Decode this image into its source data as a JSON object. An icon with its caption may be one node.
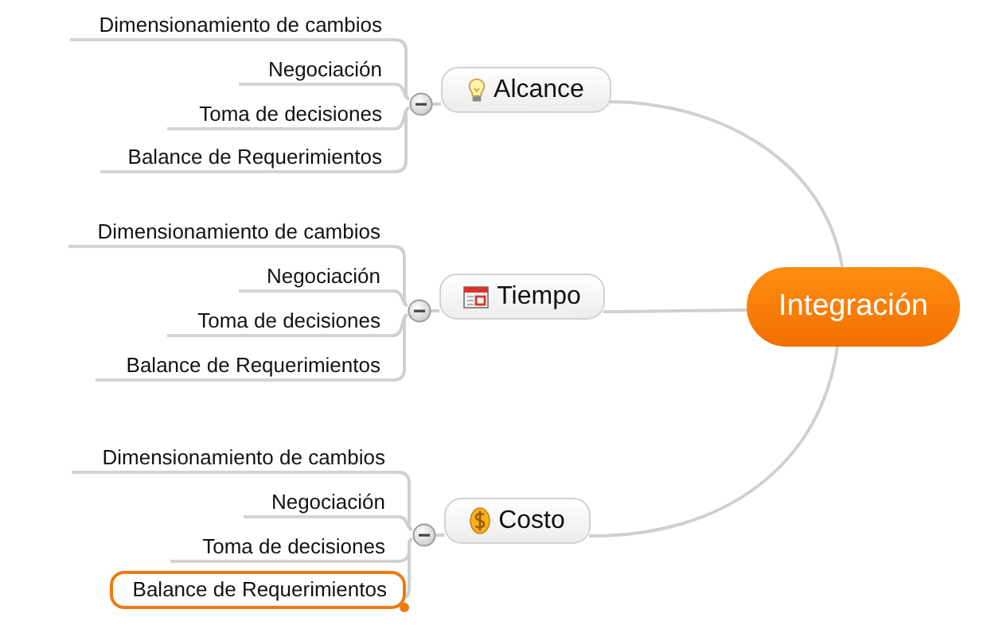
{
  "diagram": {
    "nodes": [
      {
        "text": [
          "Integración"
        ]
      },
      {
        "text": [
          "Alcance"
        ]
      },
      {
        "text": [
          "Dimensionamiento de cambios"
        ]
      },
      {
        "text": [
          "Negociación"
        ]
      },
      {
        "text": [
          "Toma de decisiones"
        ]
      },
      {
        "text": [
          "Balance de Requerimientos"
        ]
      },
      {
        "text": [
          "Tiempo"
        ]
      },
      {
        "text": [
          "Dimensionamiento de cambios"
        ]
      },
      {
        "text": [
          "Negociación"
        ]
      },
      {
        "text": [
          "Toma de decisiones"
        ]
      },
      {
        "text": [
          "Balance de Requerimientos"
        ]
      },
      {
        "text": [
          "Costo"
        ]
      },
      {
        "text": [
          "Dimensionamiento de cambios"
        ]
      },
      {
        "text": [
          "Negociación"
        ]
      },
      {
        "text": [
          "Toma de decisiones"
        ]
      },
      {
        "text": [
          "Balance de Requerimientos"
        ]
      }
    ],
    "edges": [
      {
        "from": 0,
        "to": 1,
        "arrow": "none"
      },
      {
        "from": 1,
        "to": 2,
        "arrow": "none"
      },
      {
        "from": 1,
        "to": 3,
        "arrow": "none"
      },
      {
        "from": 1,
        "to": 4,
        "arrow": "none"
      },
      {
        "from": 1,
        "to": 5,
        "arrow": "none"
      },
      {
        "from": 0,
        "to": 6,
        "arrow": "none"
      },
      {
        "from": 6,
        "to": 7,
        "arrow": "none"
      },
      {
        "from": 6,
        "to": 8,
        "arrow": "none"
      },
      {
        "from": 6,
        "to": 9,
        "arrow": "none"
      },
      {
        "from": 6,
        "to": 10,
        "arrow": "none"
      },
      {
        "from": 0,
        "to": 11,
        "arrow": "none"
      },
      {
        "from": 11,
        "to": 12,
        "arrow": "none"
      },
      {
        "from": 11,
        "to": 13,
        "arrow": "none"
      },
      {
        "from": 11,
        "to": 14,
        "arrow": "none"
      },
      {
        "from": 11,
        "to": 15,
        "arrow": "none"
      }
    ]
  }
}
